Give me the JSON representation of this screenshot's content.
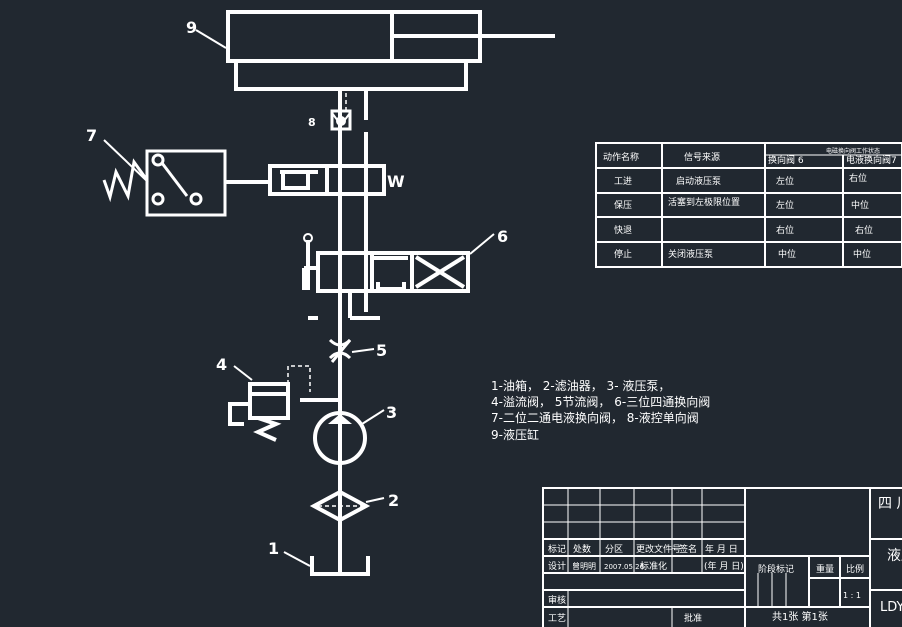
{
  "colors": {
    "background": "#212830",
    "ink": "#ffffff"
  },
  "labels": {
    "l1": "1",
    "l2": "2",
    "l3": "3",
    "l4": "4",
    "l5": "5",
    "l6": "6",
    "l7": "7",
    "l8": "8",
    "l9": "9",
    "w": "W"
  },
  "legend": [
    "1-油箱，  2-滤油器， 3- 液压泵，",
    "4-溢流阀，  5节流阀，  6-三位四通换向阀",
    "7-二位二通电液换向阀，  8-液控单向阀",
    "9-液压缸"
  ],
  "action_table": {
    "title": "电磁换向阀工作状态",
    "header": [
      "动作名称",
      "信号来源",
      "换向阀 6",
      "电液换向阀7"
    ],
    "rows": [
      [
        "工进",
        "启动液压泵",
        "左位",
        "右位"
      ],
      [
        "保压",
        "活塞到左极限位置",
        "左位",
        "中位"
      ],
      [
        "快退",
        "",
        "右位",
        "右位"
      ],
      [
        "停止",
        "关闭液压泵",
        "中位",
        "中位"
      ]
    ]
  },
  "title_block": {
    "row_a": [
      "标记",
      "处数",
      "分区",
      "更改文件号",
      "签名",
      "年 月 日"
    ],
    "row_b": [
      "设计",
      "曾明明",
      "2007.05.26",
      "标准化",
      "",
      "(年 月 日)"
    ],
    "review": "审核",
    "process": "工艺",
    "approve": "批准",
    "stage_mark": "阶段标记",
    "weight": "重量",
    "scale": "比例",
    "scale_value": "1 : 1",
    "sheets": "共1张   第1张",
    "company": "四 川",
    "drawing_title": "液压",
    "drawing_no": "LDY"
  }
}
